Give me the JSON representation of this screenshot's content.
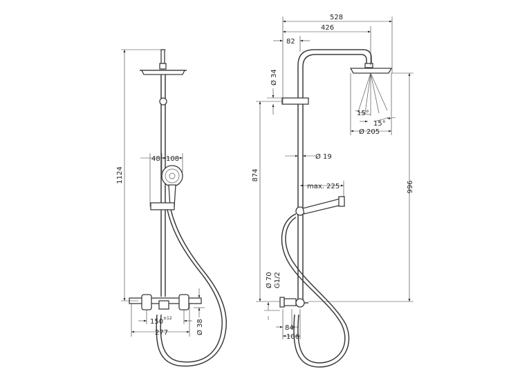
{
  "front_view": {
    "height_total": "1124",
    "handshower_offset": "48",
    "handshower_diameter": "108",
    "inlet_spacing": "150",
    "inlet_spacing_tolerance": "±12",
    "width_total": "277",
    "outlet_diameter": "Ø 38"
  },
  "side_view": {
    "width_total": "528",
    "arm_length": "426",
    "wall_offset": "82",
    "bracket_diameter": "Ø 34",
    "tilt_angle_1": "15°",
    "tilt_angle_2": "15°",
    "head_diameter": "Ø 205",
    "rail_diameter": "Ø 19",
    "mixer_to_bracket": "874",
    "handshower_reach": "max. 225",
    "mixer_to_head": "996",
    "connection_diameter": "Ø 70",
    "thread": "G1/2",
    "mixer_offset_1": "84",
    "mixer_offset_2": "106"
  }
}
